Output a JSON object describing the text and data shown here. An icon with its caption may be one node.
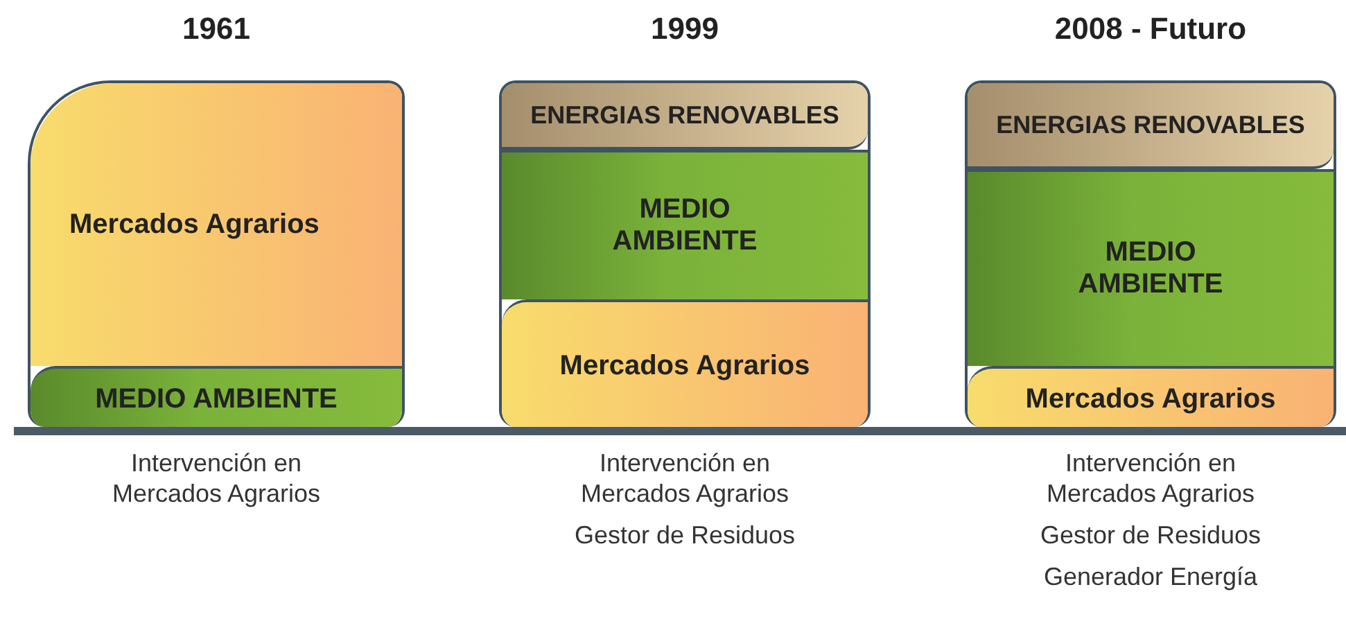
{
  "diagram": {
    "nodes": [
      {
        "text": [
          "1961"
        ],
        "beside": [
          "Intervención en Mercados Agrarios"
        ]
      },
      {
        "text": [
          "Mercados Agrarios"
        ],
        "in": 0
      },
      {
        "text": [
          "MEDIO AMBIENTE"
        ],
        "in": 0
      },
      {
        "text": [
          "1999"
        ],
        "beside": [
          "Intervención en Mercados Agrarios",
          "Gestor de Residuos"
        ]
      },
      {
        "text": [
          "ENERGIAS RENOVABLES"
        ],
        "in": 3
      },
      {
        "text": [
          "MEDIO AMBIENTE"
        ],
        "in": 3
      },
      {
        "text": [
          "Mercados Agrarios"
        ],
        "in": 3
      },
      {
        "text": [
          "2008 - Futuro"
        ],
        "beside": [
          "Intervención en Mercados Agrarios",
          "Gestor de Residuos",
          "Generador Energía"
        ]
      },
      {
        "text": [
          "ENERGIAS RENOVABLES"
        ],
        "in": 7
      },
      {
        "text": [
          "MEDIO AMBIENTE"
        ],
        "in": 7
      },
      {
        "text": [
          "Mercados Agrarios"
        ],
        "in": 7
      }
    ],
    "edges": []
  }
}
